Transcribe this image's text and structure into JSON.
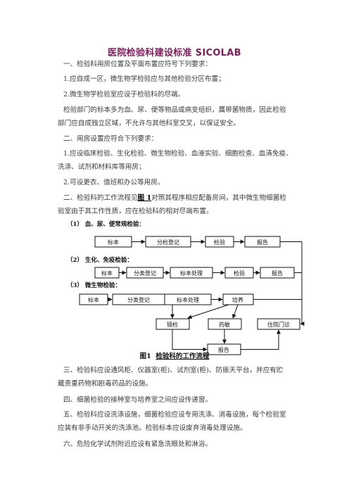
{
  "doc": {
    "title": "医院检验科建设标准 SICOLAB",
    "p1": "一、检验科用房位置及平面布置应符号下列要求：",
    "p2": "1.应自成一区，微生物学检验应与其他检验分区布置；",
    "p3": "2.微生物学检验室应设于检验科的尽端。",
    "p4a": "检验部门的标本多为血、尿、便等物品或病变组织，属带菌物质，因此检验",
    "p4b": "部门应自成独立区域，不允许与其他科室交叉，以保证安全。",
    "p5": "二、用房设置应符合下列要求：",
    "p6a": "1.应设临床检验、生化检验、微生物检验、血液实验、细胞检查、血清免疫、",
    "p6b": "洗涤、试剂和材料库等用房；",
    "p7": "2.可设更衣、值班和办公等用房。",
    "p8a_pre": "二、检验科的工作流程见",
    "p8a_ref": "图 1",
    "p8a_post": "对照其程序相应配备房间，其中微生物细菌检",
    "p8b": "验室由于其工作性质，应在检验科的相对尽端布置。",
    "p9a": "三、检验科应设通风柜、仪器室(柜)、试剂室(柜)、防振天平台，并应有贮",
    "p9b": "藏贵重药物和剧毒药品的设施。",
    "p10": "四、细菌检验的接种室与培养室之间应设传递窗。",
    "p11a": "五、检验科应设洗涤设施，细菌检验应设专用洗涤、消毒设施，每个检验室",
    "p11b": "应装有非手动开关的洗涤池。检验标本应设废弃消毒处理设施。",
    "p12": "六、危险化学试剂附近应设有紧急洗眼处和淋浴。"
  },
  "figure": {
    "caption_pre": "图1",
    "caption_main": "检验科的工作流程",
    "sec1": "（1）  血、尿、便常规检验：",
    "sec2": "（2）  生化、免疫检验：",
    "sec3": "（3）  微生物检验：",
    "row1": [
      "标本",
      "分检登记",
      "检验",
      "报告"
    ],
    "row2": [
      "标本",
      "分类登记",
      "标本处理",
      "检验",
      "报告"
    ],
    "row3": [
      "标本",
      "分类登记",
      "标本处理",
      "培养"
    ],
    "row4": [
      "镜检",
      "药敏",
      "住院门诊"
    ],
    "row5": [
      "报告"
    ]
  }
}
